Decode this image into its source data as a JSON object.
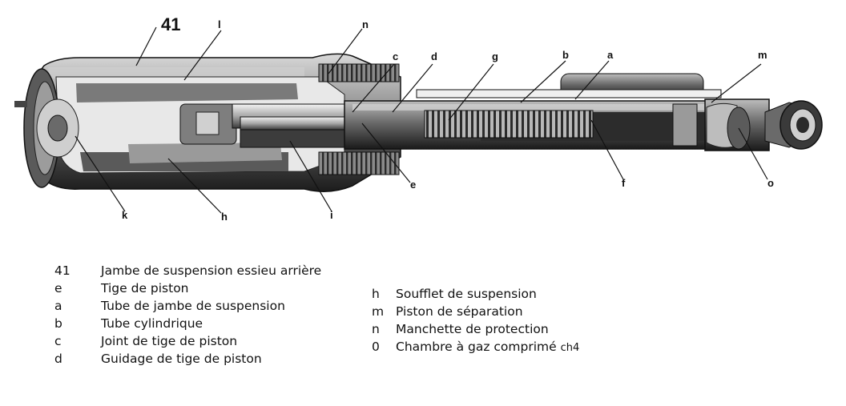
{
  "figure": {
    "number": "41",
    "callouts": [
      "l",
      "n",
      "c",
      "d",
      "g",
      "b",
      "a",
      "m",
      "e",
      "f",
      "o",
      "k",
      "h",
      "i"
    ]
  },
  "legend_left": [
    {
      "key": "41",
      "text": "Jambe de suspension essieu arrière"
    },
    {
      "key": "e",
      "text": "Tige de piston"
    },
    {
      "key": "a",
      "text": "Tube de jambe de suspension"
    },
    {
      "key": "b",
      "text": "Tube cylindrique"
    },
    {
      "key": "c",
      "text": "Joint de tige de piston"
    },
    {
      "key": "d",
      "text": "Guidage de tige de piston"
    }
  ],
  "legend_right": [
    {
      "key": "h",
      "text": "Soufflet de suspension"
    },
    {
      "key": "m",
      "text": "Piston de séparation"
    },
    {
      "key": "n",
      "text": "Manchette de protection"
    },
    {
      "key": "0",
      "text": "Chambre à gaz comprimé",
      "suffix": "ch4"
    }
  ]
}
